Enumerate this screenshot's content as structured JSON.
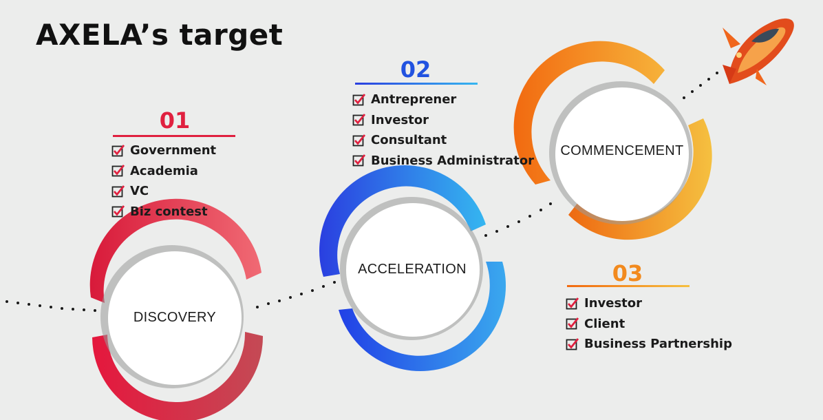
{
  "title": "AXELA’s target",
  "stages": [
    {
      "number": "01",
      "label": "DISCOVERY",
      "color": "#e0203f",
      "items": [
        "Government",
        "Academia",
        "VC",
        "Biz contest"
      ]
    },
    {
      "number": "02",
      "label": "ACCELERATION",
      "color": "#2152e0",
      "items": [
        "Antreprener",
        "Investor",
        "Consultant",
        "Business Administrator"
      ]
    },
    {
      "number": "03",
      "label": "COMMENCEMENT",
      "color": "#f28a1e",
      "items": [
        "Investor",
        "Client",
        "Business Partnership"
      ]
    }
  ],
  "icons": [
    "checkbox-icon",
    "rocket-icon"
  ]
}
